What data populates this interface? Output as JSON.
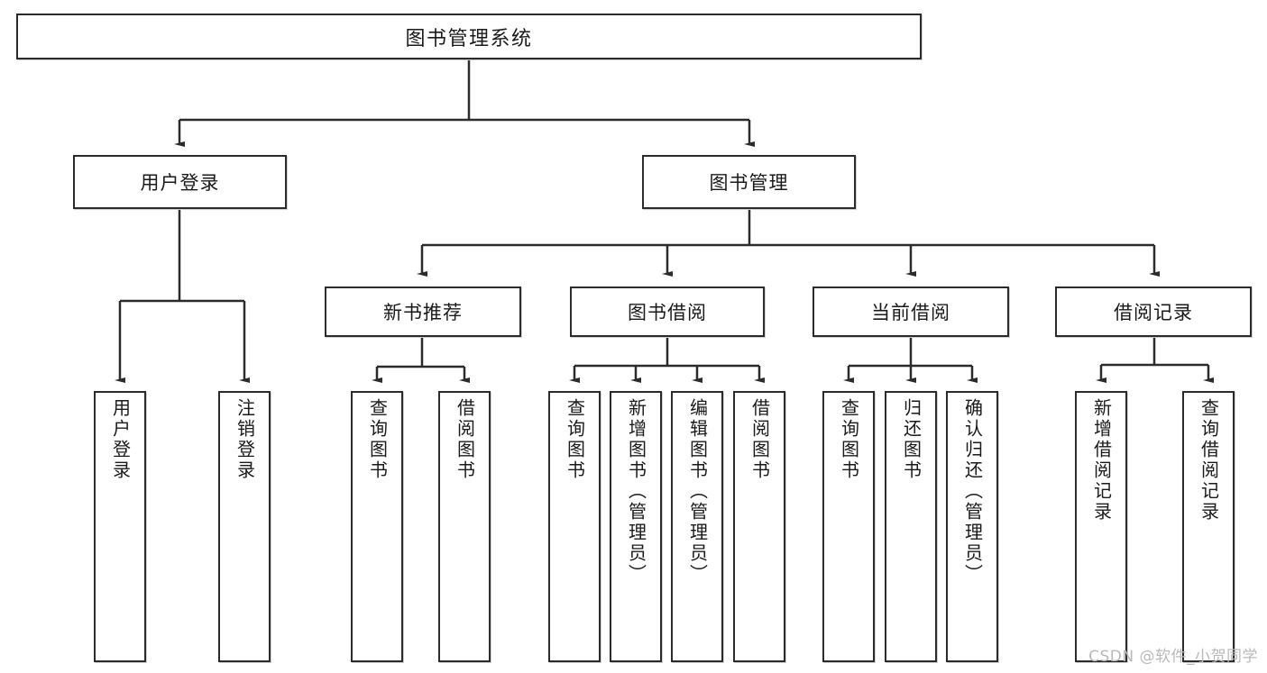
{
  "diagram": {
    "type": "tree",
    "title": "图书管理系统",
    "watermark": "CSDN @软件_小贺同学",
    "colors": {
      "border": "#2b2b2b",
      "background": "#ffffff",
      "text": "#1a1a1a",
      "connector": "#2b2b2b",
      "watermark": "#b9b9b9"
    },
    "nodes": {
      "root": {
        "label": "图书管理系统"
      },
      "level2": [
        {
          "label": "用户登录"
        },
        {
          "label": "图书管理"
        }
      ],
      "level3": [
        {
          "label": "新书推荐"
        },
        {
          "label": "图书借阅"
        },
        {
          "label": "当前借阅"
        },
        {
          "label": "借阅记录"
        }
      ],
      "leaves_user_login": [
        {
          "label": "用户登录"
        },
        {
          "label": "注销登录"
        }
      ],
      "leaves_new_book": [
        {
          "label": "查询图书"
        },
        {
          "label": "借阅图书"
        }
      ],
      "leaves_borrow": [
        {
          "label": "查询图书"
        },
        {
          "label": "新增图书（管理员）"
        },
        {
          "label": "编辑图书（管理员）"
        },
        {
          "label": "借阅图书"
        }
      ],
      "leaves_current": [
        {
          "label": "查询图书"
        },
        {
          "label": "归还图书"
        },
        {
          "label": "确认归还（管理员）"
        }
      ],
      "leaves_record": [
        {
          "label": "新增借阅记录"
        },
        {
          "label": "查询借阅记录"
        }
      ]
    }
  }
}
